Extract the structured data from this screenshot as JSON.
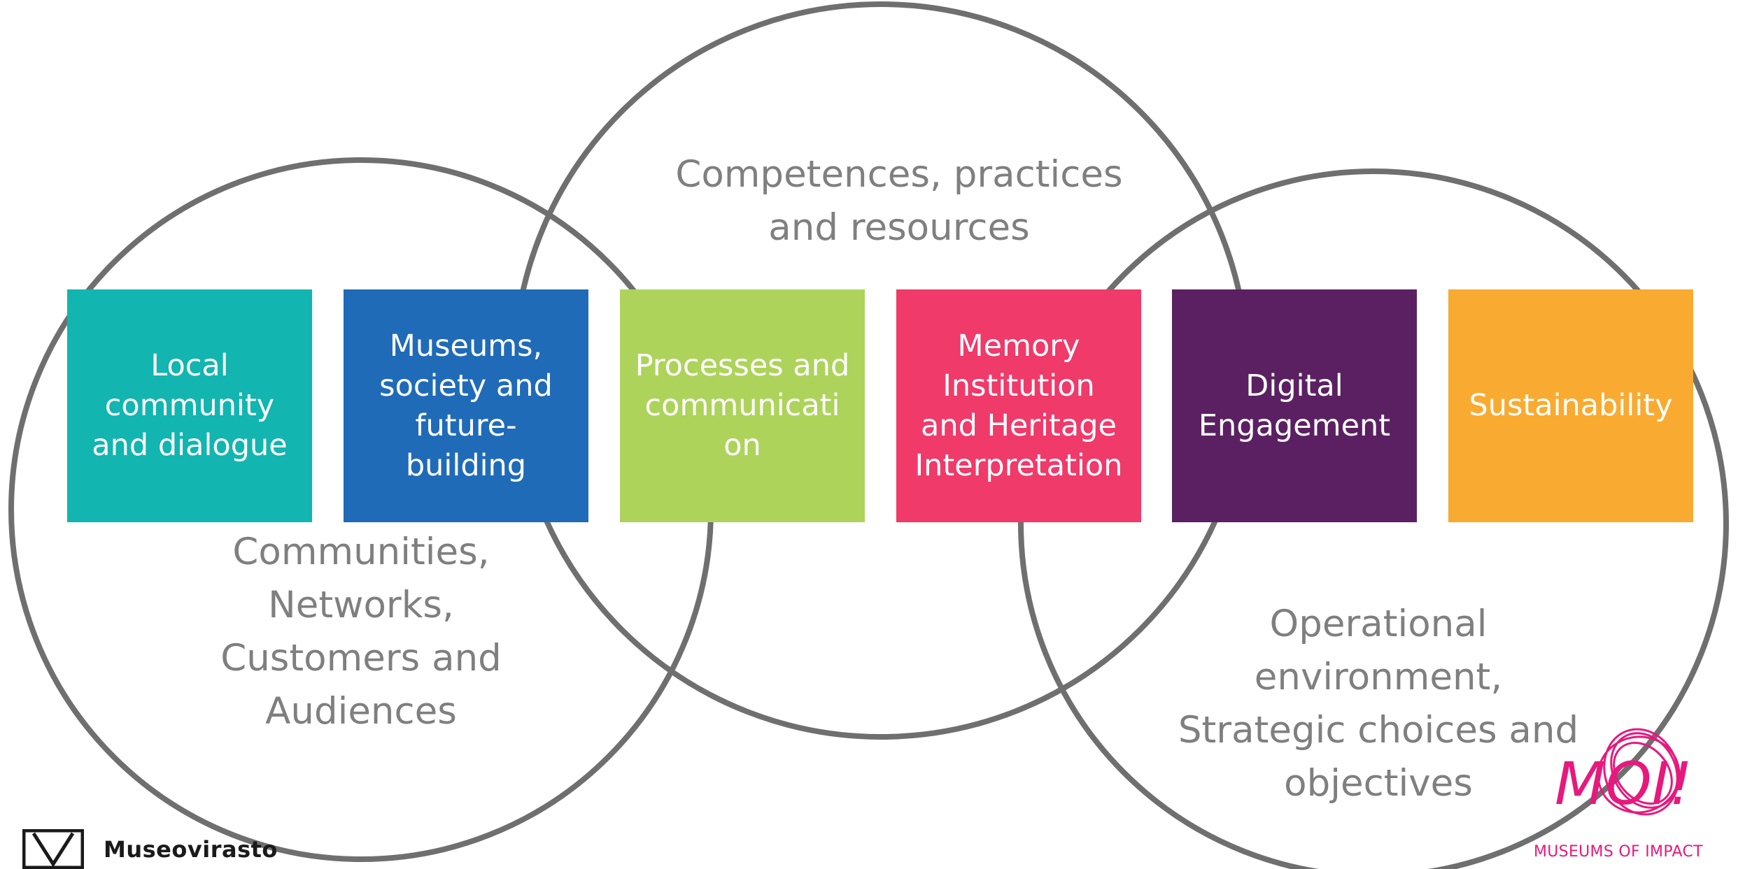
{
  "circle_labels": {
    "top": "Competences, practices\nand resources",
    "left": "Communities,\nNetworks,\nCustomers and\nAudiences",
    "right": "Operational\nenvironment,\nStrategic choices and\nobjectives"
  },
  "boxes": [
    {
      "label": "Local\ncommunity\nand dialogue",
      "color": "#12b5b0"
    },
    {
      "label": "Museums,\nsociety and\nfuture-\nbuilding",
      "color": "#1f6bb8"
    },
    {
      "label": "Processes and\ncommunicati\non",
      "color": "#add35b"
    },
    {
      "label": "Memory\nInstitution\nand Heritage\nInterpretation",
      "color": "#ef3a6a"
    },
    {
      "label": "Digital\nEngagement",
      "color": "#5b2062"
    },
    {
      "label": "Sustainability",
      "color": "#f9aa30"
    }
  ],
  "circle_color": "#6f6f6f",
  "logos": {
    "left_name": "Museovirasto",
    "right_mark": "MOI!",
    "right_subtitle": "MUSEUMS OF IMPACT",
    "right_color": "#e6197d"
  }
}
